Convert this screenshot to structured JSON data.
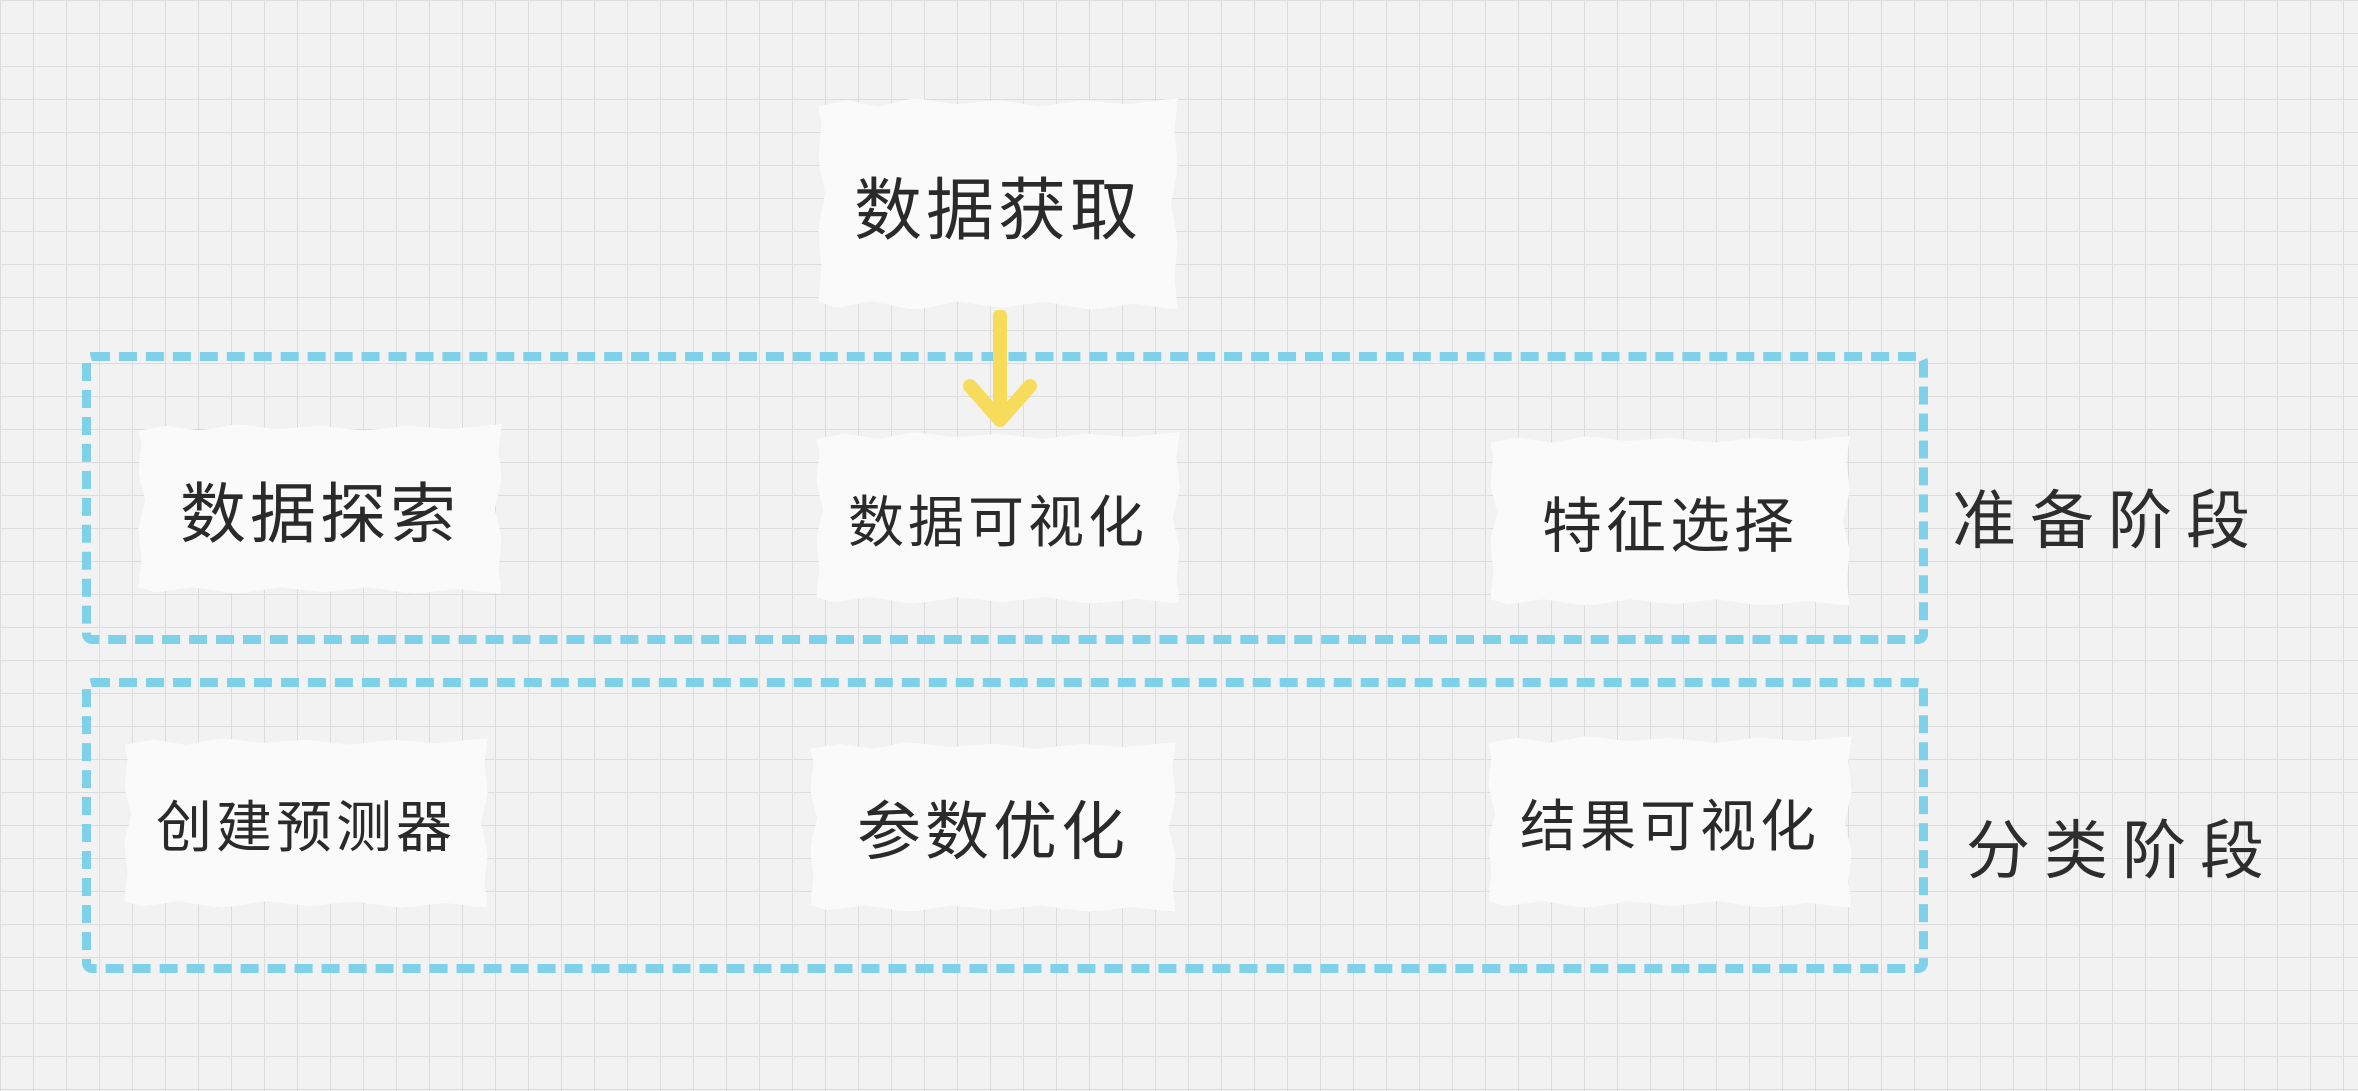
{
  "top_card": "数据获取",
  "prep_stage": {
    "label": "准备阶段",
    "cards": [
      "数据探索",
      "数据可视化",
      "特征选择"
    ]
  },
  "classify_stage": {
    "label": "分类阶段",
    "cards": [
      "创建预测器",
      "参数优化",
      "结果可视化"
    ]
  },
  "colors": {
    "dash_border": "#7fd1ea",
    "arrow": "#f7dc5c",
    "card_bg": "#fafafa"
  }
}
